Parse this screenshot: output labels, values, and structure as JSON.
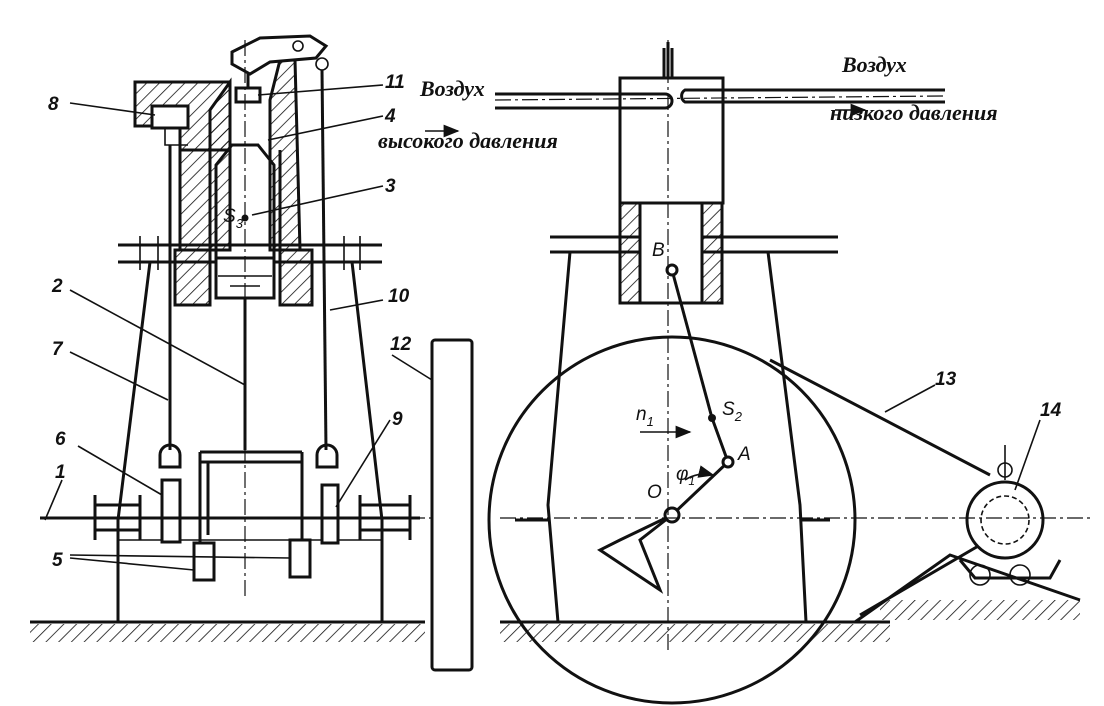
{
  "colors": {
    "ink": "#111111",
    "paper": "#ffffff"
  },
  "part_labels": [
    "1",
    "2",
    "3",
    "4",
    "5",
    "6",
    "7",
    "8",
    "9",
    "10",
    "11",
    "12",
    "13",
    "14"
  ],
  "symbols": {
    "s3": "S",
    "s3_sub": "3",
    "s2": "S",
    "s2_sub": "2",
    "b": "B",
    "a": "A",
    "o": "O",
    "n1": "n",
    "n1_sub": "1",
    "phi1": "φ",
    "phi1_sub": "1"
  },
  "captions": {
    "air_in_1": "Воздух",
    "air_in_2": "высокого давления",
    "air_out_1": "Воздух",
    "air_out_2": "низкого давления"
  }
}
